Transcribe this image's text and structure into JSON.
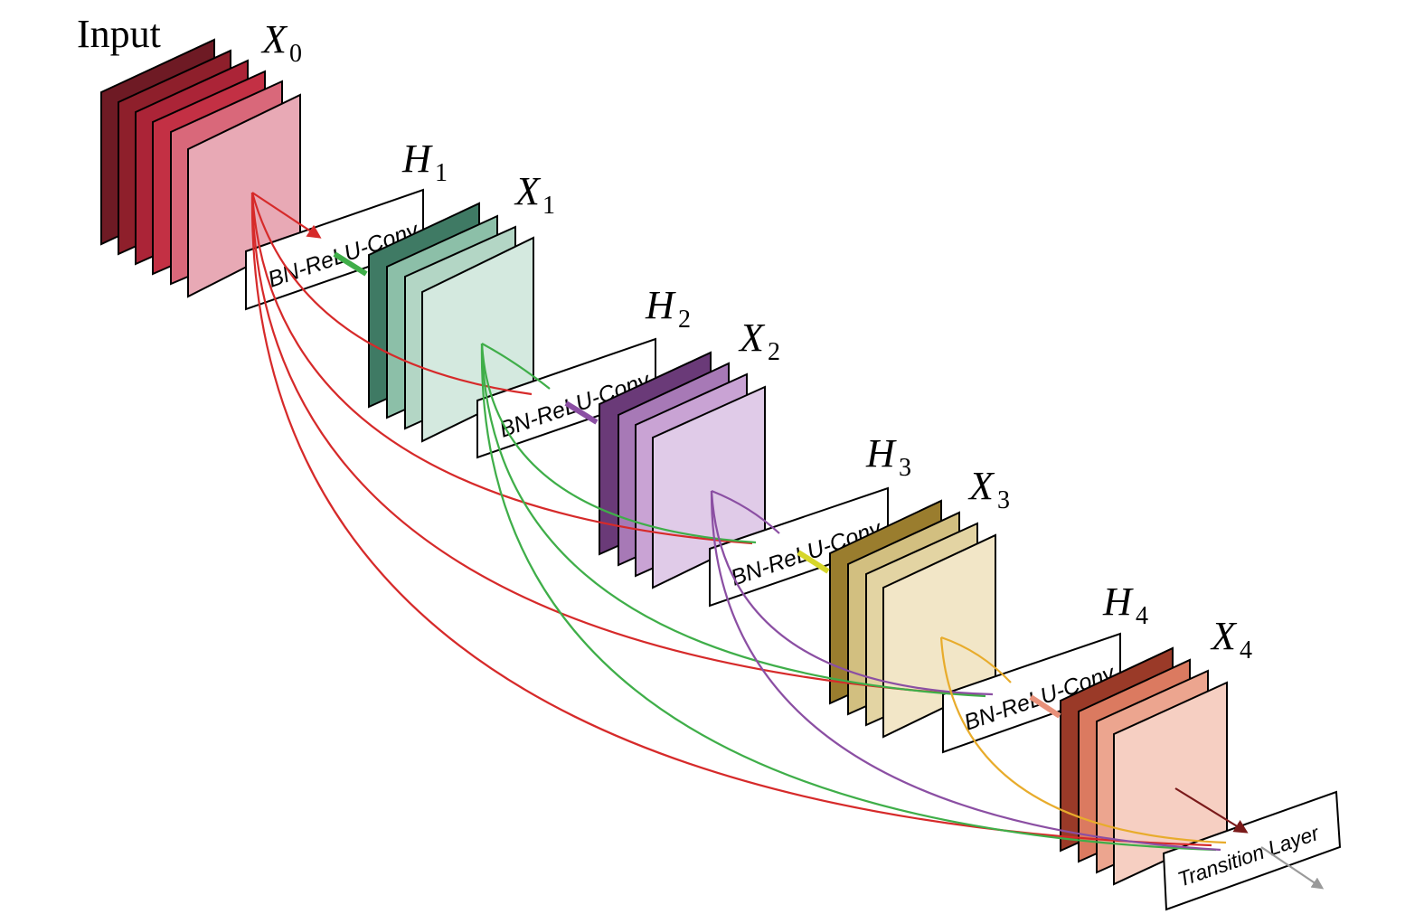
{
  "input_label": "Input",
  "blocks": [
    {
      "x_label": "X",
      "x_sub": "0",
      "h_label": "",
      "h_sub": "",
      "op_label": ""
    },
    {
      "x_label": "X",
      "x_sub": "1",
      "h_label": "H",
      "h_sub": "1",
      "op_label": "BN-ReLU-Conv"
    },
    {
      "x_label": "X",
      "x_sub": "2",
      "h_label": "H",
      "h_sub": "2",
      "op_label": "BN-ReLU-Conv"
    },
    {
      "x_label": "X",
      "x_sub": "3",
      "h_label": "H",
      "h_sub": "3",
      "op_label": "BN-ReLU-Conv"
    },
    {
      "x_label": "X",
      "x_sub": "4",
      "h_label": "H",
      "h_sub": "4",
      "op_label": "BN-ReLU-Conv"
    }
  ],
  "transition_label": "Transition Layer",
  "colors": {
    "block0": [
      "#6e1a24",
      "#8e1f2b",
      "#ab2437",
      "#c33044",
      "#d9687a",
      "#e8a9b5"
    ],
    "block1": [
      "#3f7a64",
      "#8cbfa8",
      "#b3d6c5",
      "#d4e9df"
    ],
    "block2": [
      "#6a3a78",
      "#a779b6",
      "#c9a3d4",
      "#e0cbe8"
    ],
    "block3": [
      "#9a7d2e",
      "#d2bf80",
      "#e3d4a3",
      "#f2e6c7"
    ],
    "block4": [
      "#9a3a28",
      "#db7a60",
      "#eca58f",
      "#f6cfc2"
    ],
    "edges_from_x0": "#d62a2a",
    "edges_from_x1": "#3fae49",
    "edges_from_x2": "#8b4fa3",
    "edges_from_x3": "#e8ac2c",
    "edges_from_x4": "#7a1a1a",
    "output_arrow": "#9a9a9a"
  }
}
